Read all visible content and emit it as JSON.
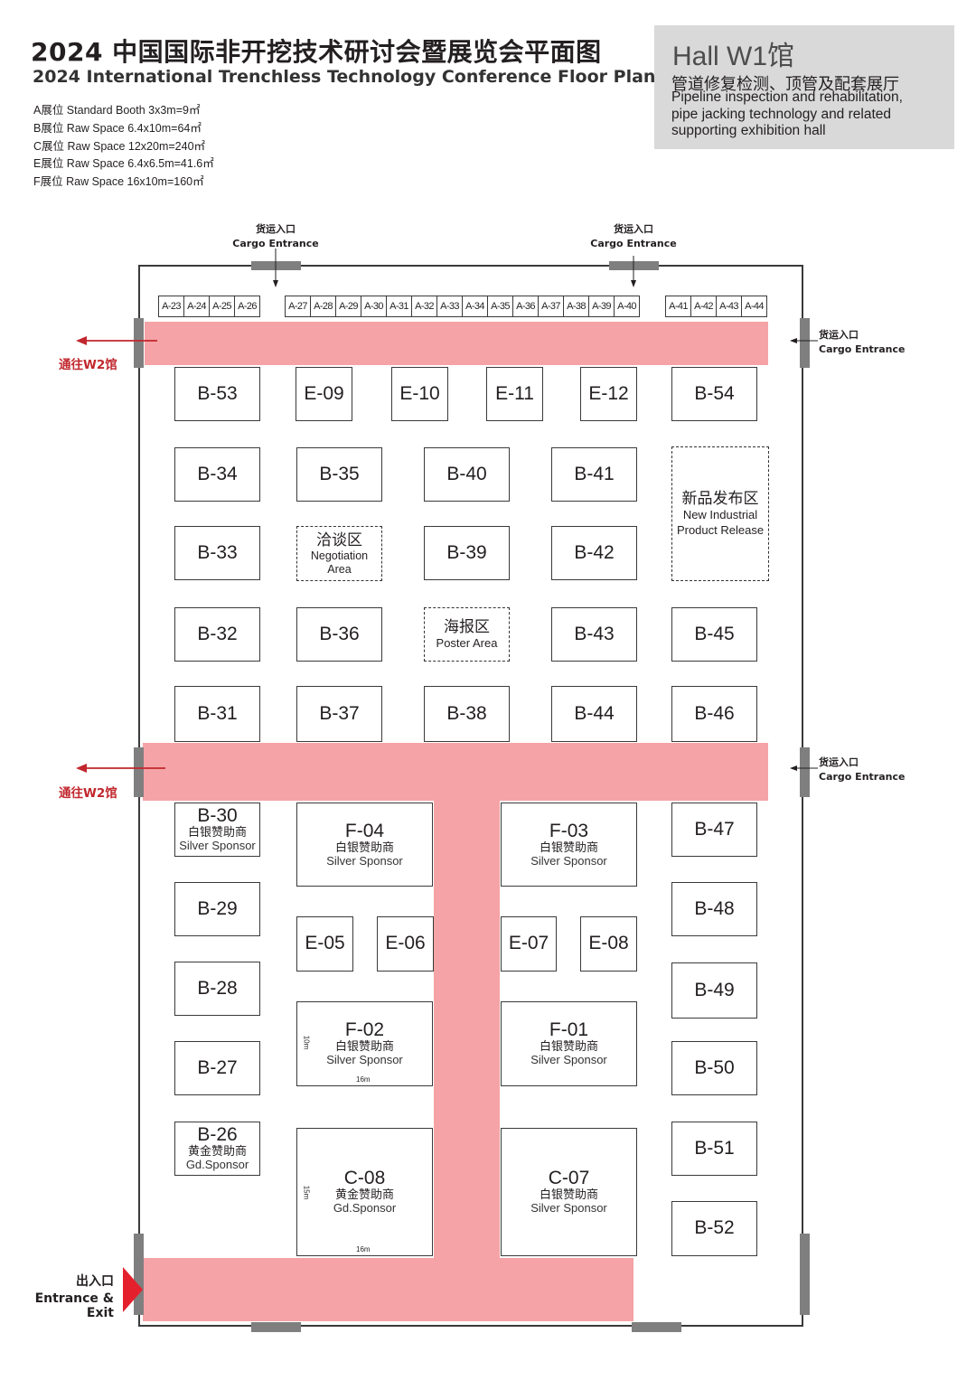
{
  "header": {
    "title_cn": "2024 中国国际非开挖技术研讨会暨展览会平面图",
    "title_en": "2024 International Trenchless Technology Conference Floor Plan"
  },
  "legend": [
    "A展位 Standard Booth 3x3m=9㎡",
    "B展位 Raw Space 6.4x10m=64㎡",
    "C展位 Raw Space 12x20m=240㎡",
    "E展位 Raw Space  6.4x6.5m=41.6㎡",
    "F展位 Raw Space 16x10m=160㎡"
  ],
  "hall": {
    "title": "Hall W1馆",
    "subtitle_cn": "管道修复检测、顶管及配套展厅",
    "subtitle_en_1": "Pipeline inspection and rehabilitation,",
    "subtitle_en_2": "pipe jacking technology and related",
    "subtitle_en_3": "supporting exhibition hall"
  },
  "entrances": {
    "cargo_cn": "货运入口",
    "cargo_en": "Cargo Entrance",
    "to_w2": "通往W2馆",
    "main_cn": "出入口",
    "main_en": "Entrance & Exit"
  },
  "a_booths": [
    "A-23",
    "A-24",
    "A-25",
    "A-26",
    "A-27",
    "A-28",
    "A-29",
    "A-30",
    "A-31",
    "A-32",
    "A-33",
    "A-34",
    "A-35",
    "A-36",
    "A-37",
    "A-38",
    "A-39",
    "A-40",
    "A-41",
    "A-42",
    "A-43",
    "A-44"
  ],
  "booths": {
    "b53": "B-53",
    "e09": "E-09",
    "e10": "E-10",
    "e11": "E-11",
    "e12": "E-12",
    "b54": "B-54",
    "b34": "B-34",
    "b35": "B-35",
    "b40": "B-40",
    "b41": "B-41",
    "b33": "B-33",
    "b39": "B-39",
    "b42": "B-42",
    "b32": "B-32",
    "b36": "B-36",
    "b43": "B-43",
    "b45": "B-45",
    "b31": "B-31",
    "b37": "B-37",
    "b38": "B-38",
    "b44": "B-44",
    "b46": "B-46",
    "b30": "B-30",
    "f04": "F-04",
    "f03": "F-03",
    "b47": "B-47",
    "b29": "B-29",
    "e05": "E-05",
    "e06": "E-06",
    "e07": "E-07",
    "e08": "E-08",
    "b48": "B-48",
    "b28": "B-28",
    "b49": "B-49",
    "b27": "B-27",
    "f02": "F-02",
    "f01": "F-01",
    "b50": "B-50",
    "b26": "B-26",
    "c08": "C-08",
    "c07": "C-07",
    "b51": "B-51",
    "b52": "B-52"
  },
  "sponsors": {
    "silver_cn": "白银赞助商",
    "silver_en": "Silver Sponsor",
    "gold_cn": "黄金赞助商",
    "gold_en": "Gd.Sponsor",
    "gold_en_c08": "Gd.Sponsor"
  },
  "zones": {
    "release_cn": "新品发布区",
    "release_en_1": "New Industrial",
    "release_en_2": "Product Release",
    "negotiation_cn": "洽谈区",
    "negotiation_en_1": "Negotiation",
    "negotiation_en_2": "Area",
    "poster_cn": "海报区",
    "poster_en": "Poster Area"
  },
  "dimensions": {
    "f_width": "16m",
    "f_height": "10m",
    "c_width": "16m",
    "c_height": "15m"
  },
  "colors": {
    "aisle": "#f5a3a6",
    "exit_arrow": "#e5202d",
    "door": "#7f7f7f",
    "hall_box": "#d9d9d9"
  }
}
